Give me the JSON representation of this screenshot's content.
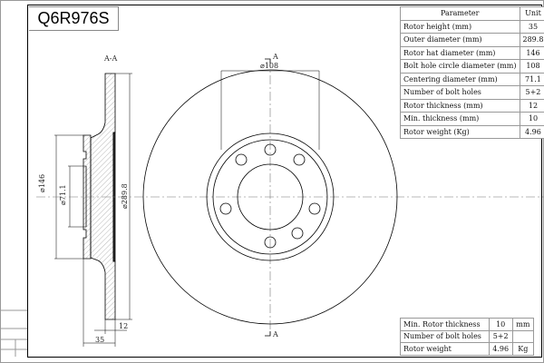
{
  "part_number": "Q6R976S",
  "section_label": "A-A",
  "cut_marker": "A",
  "dimensions": {
    "hat_diameter": "⌀146",
    "center_diameter": "⌀71.1",
    "outer_diameter": "⌀289.8",
    "bolt_circle": "⌀108",
    "thickness": "12",
    "height": "35"
  },
  "spec_table": {
    "headers": [
      "Parameter",
      "Unit"
    ],
    "rows": [
      [
        "Rotor height (mm)",
        "35"
      ],
      [
        "Outer diameter (mm)",
        "289.8"
      ],
      [
        "Rotor hat diameter (mm)",
        "146"
      ],
      [
        "Bolt hole circle diameter (mm)",
        "108"
      ],
      [
        "Centering diameter (mm)",
        "71.1"
      ],
      [
        "Number of bolt holes",
        "5+2"
      ],
      [
        "Rotor thickness (mm)",
        "12"
      ],
      [
        "Min. thickness (mm)",
        "10"
      ],
      [
        "Rotor weight (Kg)",
        "4.96"
      ]
    ]
  },
  "summary_table": {
    "rows": [
      [
        "Min. Rotor thickness",
        "10",
        "mm"
      ],
      [
        "Number of bolt holes",
        "5+2",
        ""
      ],
      [
        "Rotor weight",
        "4.96",
        "Kg"
      ]
    ]
  }
}
